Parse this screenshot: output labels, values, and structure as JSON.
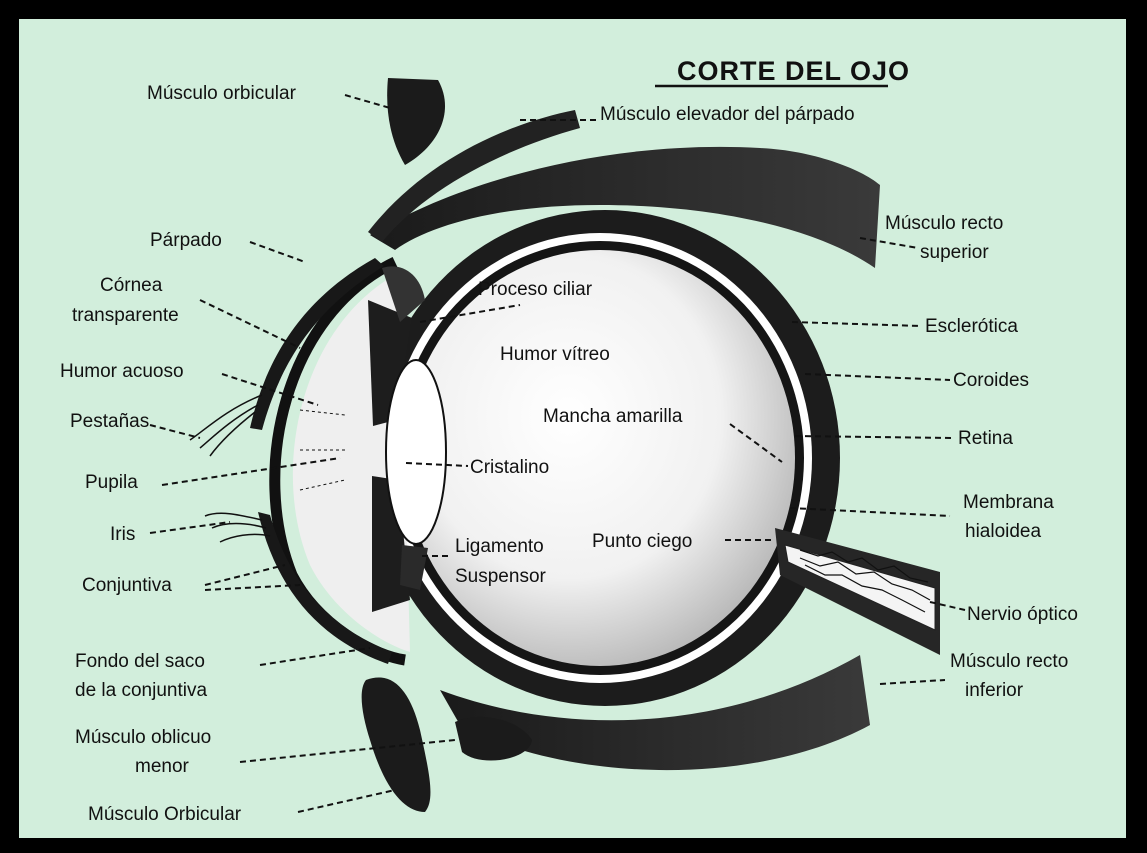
{
  "title": "CORTE DEL OJO",
  "labels": {
    "musculo_orbicular_top": "Músculo orbicular",
    "musculo_elevador": "Músculo elevador del párpado",
    "parpado": "Párpado",
    "cornea_1": "Córnea",
    "cornea_2": "transparente",
    "humor_acuoso": "Humor acuoso",
    "pestanas": "Pestañas",
    "pupila": "Pupila",
    "iris": "Iris",
    "conjuntiva": "Conjuntiva",
    "fondo_saco_1": "Fondo del saco",
    "fondo_saco_2": "de la conjuntiva",
    "musculo_oblicuo_1": "Músculo oblicuo",
    "musculo_oblicuo_2": "menor",
    "musculo_orbicular_bottom": "Músculo Orbicular",
    "proceso_ciliar": "Proceso ciliar",
    "humor_vitreo": "Humor vítreo",
    "mancha_amarilla": "Mancha amarilla",
    "cristalino": "Cristalino",
    "ligamento_1": "Ligamento",
    "ligamento_2": "Suspensor",
    "punto_ciego": "Punto ciego",
    "recto_superior_1": "Músculo recto",
    "recto_superior_2": "superior",
    "esclerotica": "Esclerótica",
    "coroides": "Coroides",
    "retina": "Retina",
    "membrana_1": "Membrana",
    "membrana_2": "hialoidea",
    "nervio_optico": "Nervio óptico",
    "recto_inferior_1": "Músculo recto",
    "recto_inferior_2": "inferior"
  },
  "colors": {
    "background": "#d2eedc",
    "frame": "#000000",
    "ink": "#111111"
  }
}
